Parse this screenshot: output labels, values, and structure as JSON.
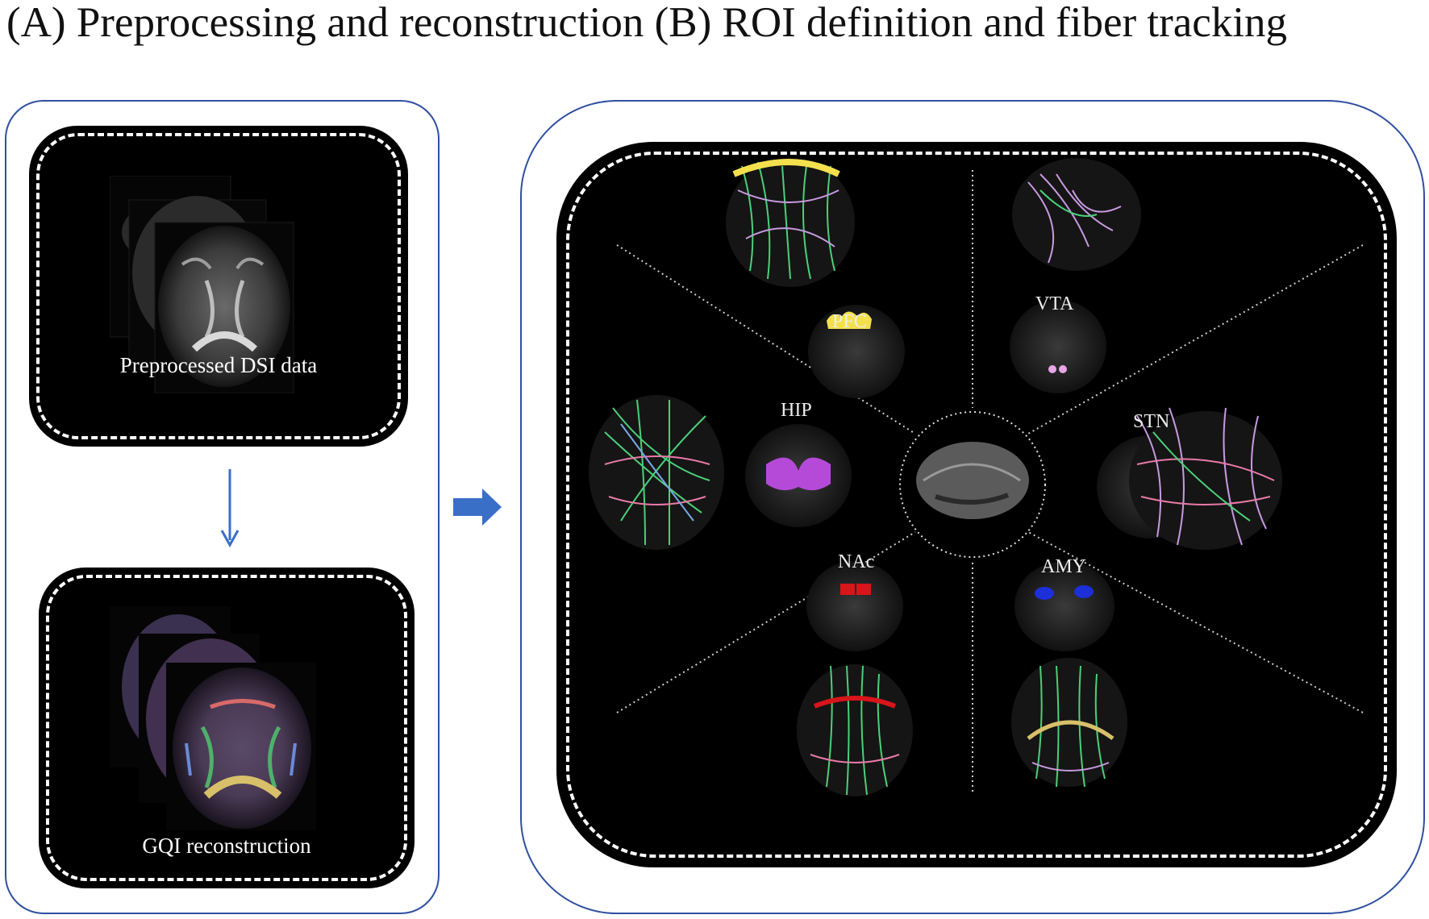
{
  "title": "(A) Preprocessing and reconstruction (B) ROI definition and fiber tracking",
  "panel_a": {
    "top_caption": "Preprocessed DSI data",
    "bottom_caption": "GQI reconstruction"
  },
  "panel_b": {
    "rois": [
      {
        "label": "PFC",
        "color": "#f4e04d"
      },
      {
        "label": "VTA",
        "color": "#e8a6e6"
      },
      {
        "label": "HIP",
        "color": "#b64ad8"
      },
      {
        "label": "STN",
        "color": "#3ef04a"
      },
      {
        "label": "NAc",
        "color": "#d8151a"
      },
      {
        "label": "AMY",
        "color": "#1c2fd8"
      }
    ]
  },
  "colors": {
    "panel_border": "#2f4fa0",
    "arrow": "#3a6fc8"
  }
}
